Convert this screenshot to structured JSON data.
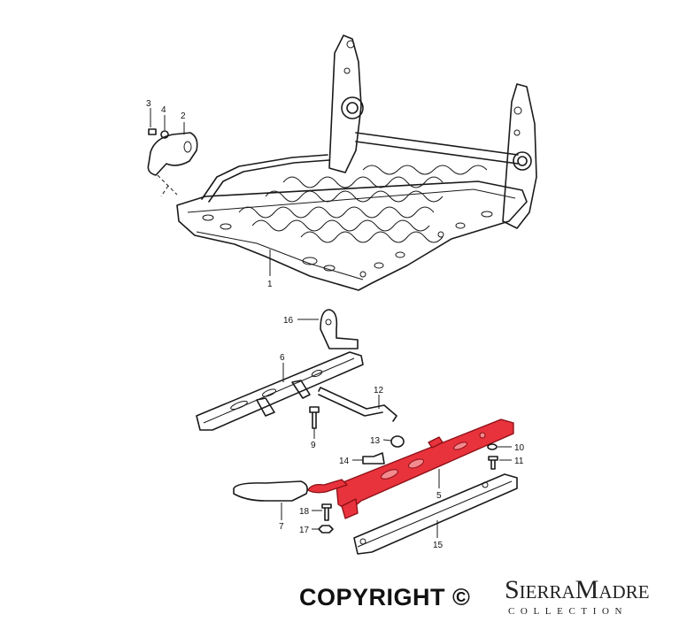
{
  "labels": {
    "p1": "1",
    "p2": "2",
    "p3": "3",
    "p4": "4",
    "p5": "5",
    "p6": "6",
    "p7": "7",
    "p9": "9",
    "p10": "10",
    "p11": "11",
    "p12": "12",
    "p13": "13",
    "p14": "14",
    "p15": "15",
    "p16": "16",
    "p17": "17",
    "p18": "18"
  },
  "colors": {
    "highlight": "#e8323c",
    "ink": "#1a1a1a"
  },
  "footer": {
    "copyright": "COPYRIGHT ©",
    "brand": "SierraMadre",
    "brand_sub": "COLLECTION"
  }
}
